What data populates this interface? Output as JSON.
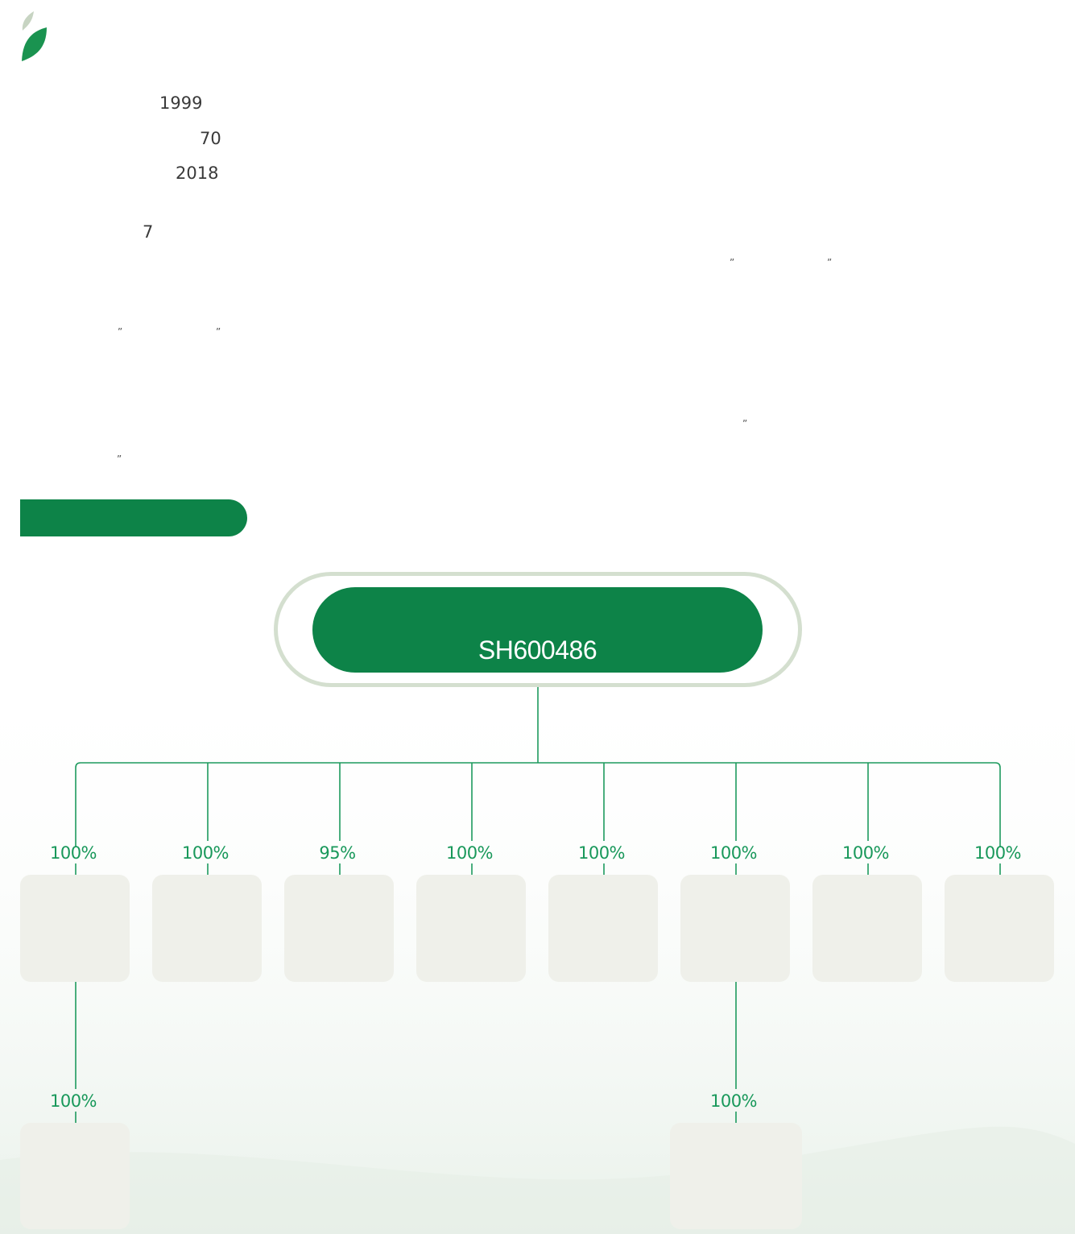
{
  "intro": {
    "years": [
      "1999",
      "70",
      "2018",
      "7"
    ],
    "quote_marks": [
      "”",
      "”",
      "”",
      "”",
      "”",
      "”"
    ]
  },
  "section": {
    "title": ""
  },
  "org_chart": {
    "root": {
      "name": "",
      "code": "SH600486"
    },
    "subsidiaries": [
      {
        "share": "100%",
        "name": ""
      },
      {
        "share": "100%",
        "name": ""
      },
      {
        "share": "95%",
        "name": ""
      },
      {
        "share": "100%",
        "name": ""
      },
      {
        "share": "100%",
        "name": ""
      },
      {
        "share": "100%",
        "name": ""
      },
      {
        "share": "100%",
        "name": ""
      },
      {
        "share": "100%",
        "name": ""
      }
    ],
    "second_level": [
      {
        "parent_index": 0,
        "share": "100%",
        "name": ""
      },
      {
        "parent_index": 5,
        "share": "100%",
        "name": ""
      }
    ]
  },
  "colors": {
    "brand_green": "#0d8348",
    "line_green": "#1e9a5e",
    "box_fill": "#eff0ea"
  }
}
